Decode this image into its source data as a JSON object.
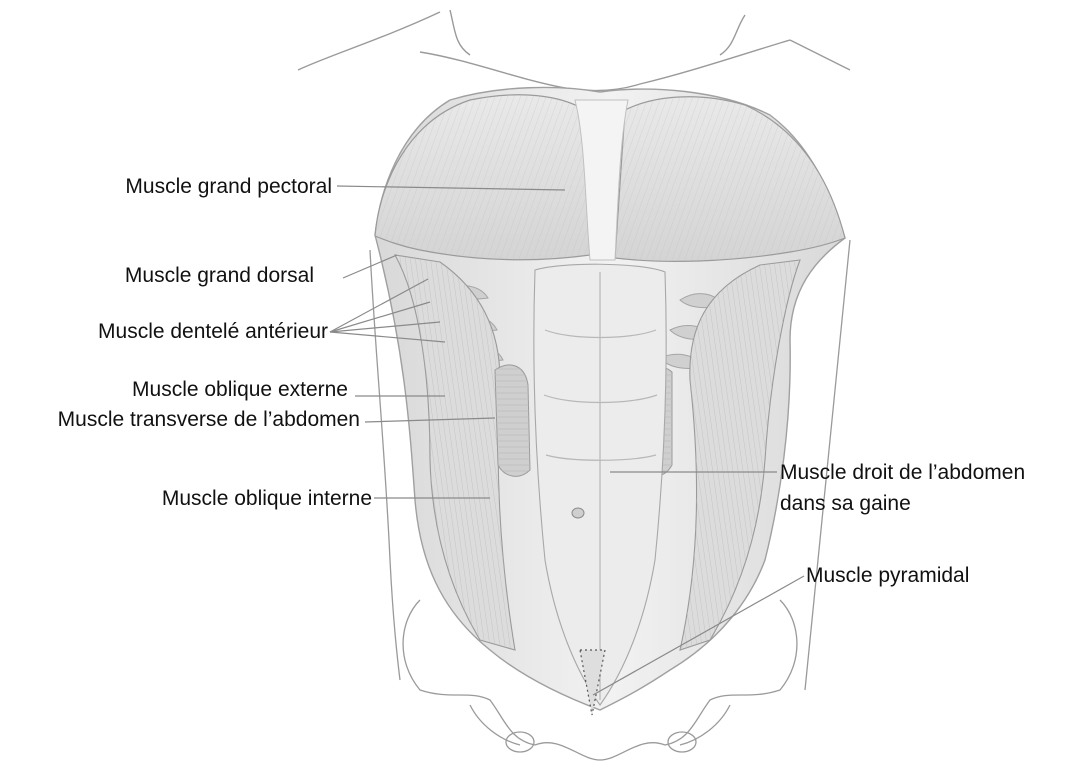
{
  "labels": {
    "grand_pectoral": "Muscle grand pectoral",
    "grand_dorsal": "Muscle grand dorsal",
    "dentele_anterieur": "Muscle dentelé antérieur",
    "oblique_externe": "Muscle oblique externe",
    "transverse": "Muscle transverse de l’abdomen",
    "oblique_interne": "Muscle oblique interne",
    "droit_line1": "Muscle droit de l’abdomen",
    "droit_line2": "dans sa gaine",
    "pyramidal": "Muscle pyramidal"
  },
  "colors": {
    "background": "#ffffff",
    "text": "#111111",
    "leader": "#8a8a8a",
    "sketch_stroke": "#9a9a9a",
    "muscle_fill": "#e6e6e6",
    "muscle_shade": "#cfcfcf"
  }
}
